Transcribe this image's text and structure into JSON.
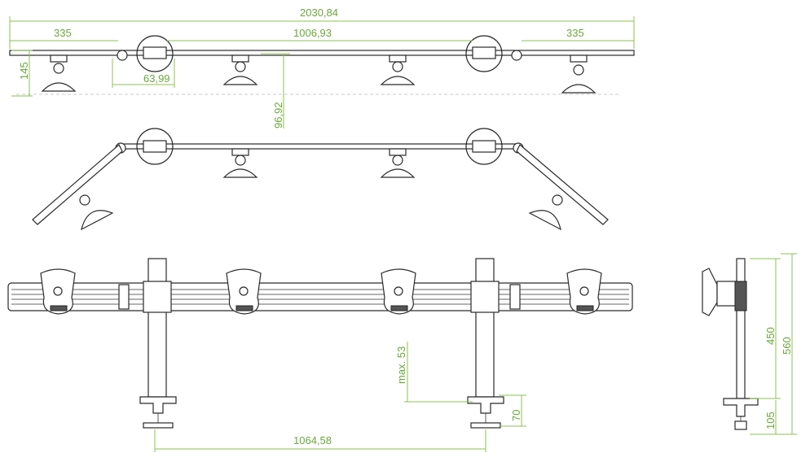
{
  "drawing": {
    "dimensions": {
      "total_width": "2030,84",
      "wing_left": "335",
      "center_span": "1006,93",
      "wing_right": "335",
      "height_left": "145",
      "joint_offset": "63,99",
      "depth_offset": "96,92",
      "max_clamp": "max. 53",
      "clamp_height": "70",
      "pole_spacing": "1064,58",
      "mount_height": "450",
      "total_height": "560",
      "base_height": "105"
    },
    "colors": {
      "dimension": "#8cc152",
      "outline": "#2a2a2a"
    }
  }
}
